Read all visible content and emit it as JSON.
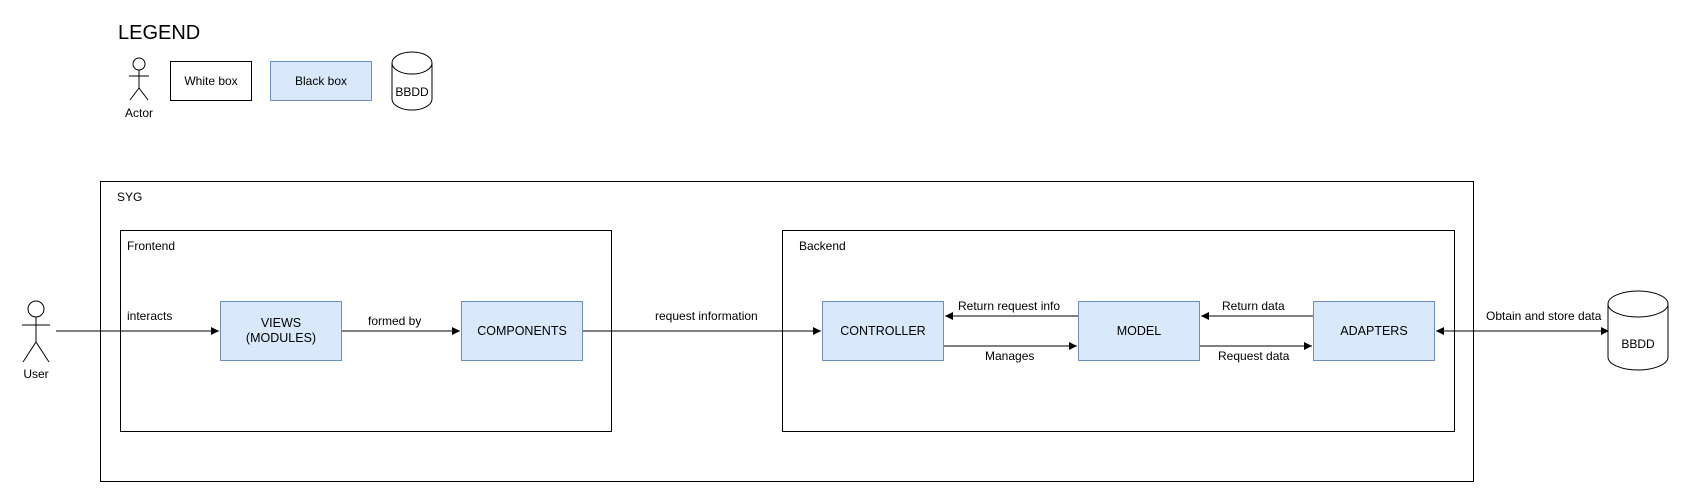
{
  "legend": {
    "title": "LEGEND",
    "actor_label": "Actor",
    "white_box_label": "White box",
    "black_box_label": "Black box",
    "db_label": "BBDD"
  },
  "system": {
    "label": "SYG",
    "frontend": {
      "label": "Frontend",
      "views_line1": "VIEWS",
      "views_line2": "(MODULES)",
      "components": "COMPONENTS"
    },
    "backend": {
      "label": "Backend",
      "controller": "CONTROLLER",
      "model": "MODEL",
      "adapters": "ADAPTERS"
    }
  },
  "user": {
    "label": "User"
  },
  "database": {
    "label": "BBDD"
  },
  "edges": {
    "interacts": "interacts",
    "formed_by": "formed by",
    "request_information": "request information",
    "return_request_info": "Return request info",
    "manages": "Manages",
    "return_data": "Return data",
    "request_data": "Request data",
    "obtain_store": "Obtain and store data"
  },
  "colors": {
    "black_box_fill": "#dae8fc",
    "black_box_stroke": "#6c8ebf",
    "line": "#000000"
  }
}
